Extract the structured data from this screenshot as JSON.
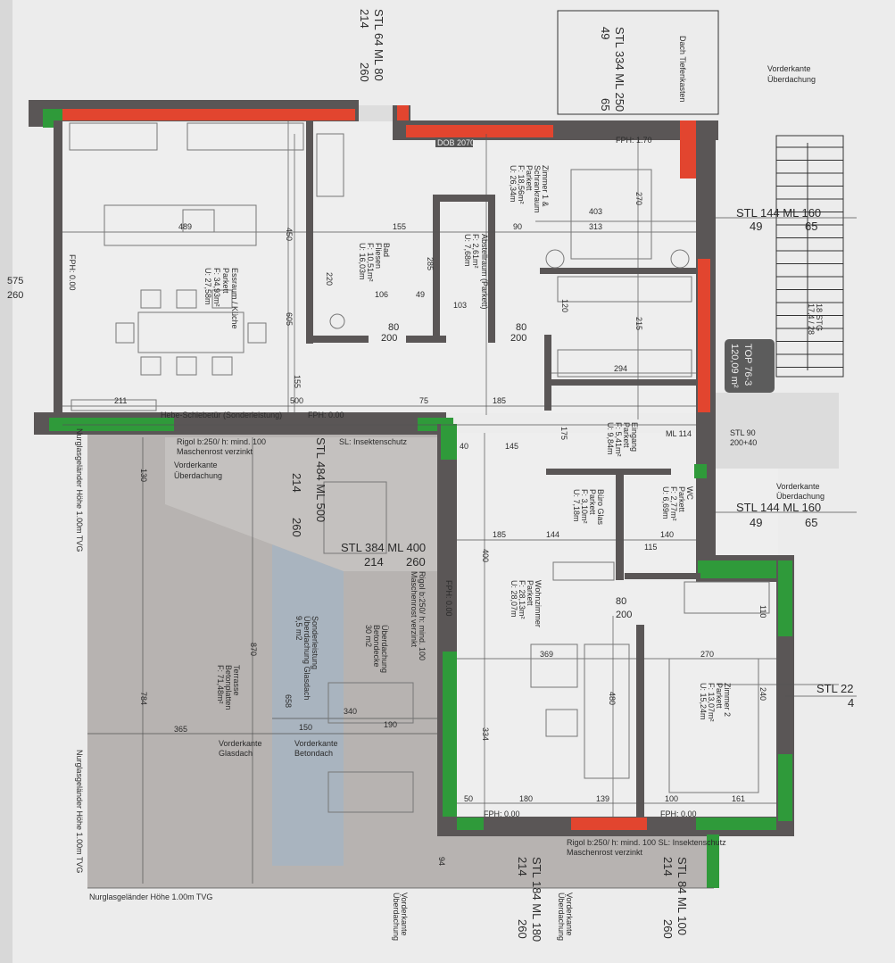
{
  "plan": {
    "unit_badge": {
      "title": "TOP 76-3",
      "area": "120,09 m²"
    },
    "rooms": {
      "kitchen": [
        "Essraum / Küche",
        "Parkett",
        "F: 34,93m²",
        "U: 27,58m"
      ],
      "bath": [
        "Bad",
        "Fliesen",
        "F: 10,51m²",
        "U: 16,03m"
      ],
      "storage": [
        "Abstellraum (Parkett)",
        "F: 2,61m²",
        "U: 7,68m"
      ],
      "room1": [
        "Zimmer 1 &",
        "Schrankraum",
        "Parkett",
        "F: 18,56m²",
        "U: 26,34m"
      ],
      "entry": [
        "Eingang",
        "Parkett",
        "F: 5,41m²",
        "U: 9,84m"
      ],
      "wc": [
        "WC",
        "Parkett",
        "F: 2,77m²",
        "U: 6,69m"
      ],
      "office": [
        "Büro Glas",
        "Parkett",
        "F: 3,10m²",
        "U: 7,18m"
      ],
      "living": [
        "Wohnzimmer",
        "Parkett",
        "F: 28,13m²",
        "U: 28,07m"
      ],
      "room2": [
        "Zimmer 2",
        "Parkett",
        "F: 13,07m²",
        "U: 15,24m"
      ],
      "terrace": [
        "Terrasse",
        "Betonplatten",
        "F: 71,48m²"
      ],
      "glass_roof": [
        "Sonderleistung",
        "Überdachung Glasdach",
        "9,5 m2"
      ],
      "concrete_roof": [
        "Überdachung",
        "Betondecke",
        "30 m2"
      ]
    },
    "windows": {
      "top_left": [
        "STL 64  ML 80",
        "214",
        "260"
      ],
      "balcony": [
        "STL 334  ML 250",
        "49",
        "65"
      ],
      "right_upper": [
        "STL 144  ML 160",
        "49",
        "65"
      ],
      "right_mid": [
        "STL 144  ML 160",
        "49",
        "65"
      ],
      "stl90": [
        "STL 90",
        "200+40"
      ],
      "ml114": "ML 114",
      "terrace_door": [
        "STL 484  ML 500",
        "214",
        "260"
      ],
      "terrace_door2": [
        "STL 384  ML 400",
        "214",
        "260"
      ],
      "bottom1": [
        "STL 184  ML 180",
        "214",
        "260"
      ],
      "bottom2": [
        "STL 84  ML 100",
        "214",
        "260"
      ],
      "right_low": [
        "STL 22",
        "4"
      ],
      "left": [
        "575",
        "260"
      ]
    },
    "notes": {
      "vorderkante": "Vorderkante",
      "ueberdachung": "Überdachung",
      "glasdach": "Glasdach",
      "betondach": "Betondach",
      "rigol": "Rigol b:250/ h: mind. 100",
      "maschenrost": "Maschenrost verzinkt",
      "rigol_bottom": "Rigol b:250/ h: mind. 100  SL: Insektenschutz",
      "insektenschutz": "SL: Insektenschutz",
      "hebe": "Hebe-Schiebetür (Sonderleistung)",
      "fph0": "FPH: 0.00",
      "fph170": "FPH: 1.70",
      "dob": "DOB 2070",
      "stairs": "18 STG",
      "stairs2": "17,4 / 28",
      "railing": "Nurglasgeländer Höhe 1.00m TVG",
      "dach": "Dach Tiefenkasten"
    },
    "dims": {
      "d489": "489",
      "d211": "211",
      "d500": "500",
      "d155": "155",
      "d75": "75",
      "d185": "185",
      "d403": "403",
      "d313": "313",
      "d90": "90",
      "d294": "294",
      "d270": "270",
      "d215": "215",
      "d120": "120",
      "d80_200": "80",
      "d200": "200",
      "d145": "145",
      "d40": "40",
      "d369": "369",
      "d480": "480",
      "d334": "334",
      "d400": "400",
      "d144": "144",
      "d140": "140",
      "d115": "115",
      "d240": "240",
      "d110": "110",
      "d161": "161",
      "d100": "100",
      "d50": "50",
      "d180": "180",
      "d139": "139",
      "d365": "365",
      "d150": "150",
      "d190": "190",
      "d340": "340",
      "d870": "870",
      "d784": "784",
      "d658": "658",
      "d130": "130",
      "d94": "94",
      "d605": "605",
      "d450": "450",
      "d220": "220",
      "d106": "106",
      "d49": "49",
      "d103": "103",
      "d285": "285",
      "d175": "175"
    }
  }
}
